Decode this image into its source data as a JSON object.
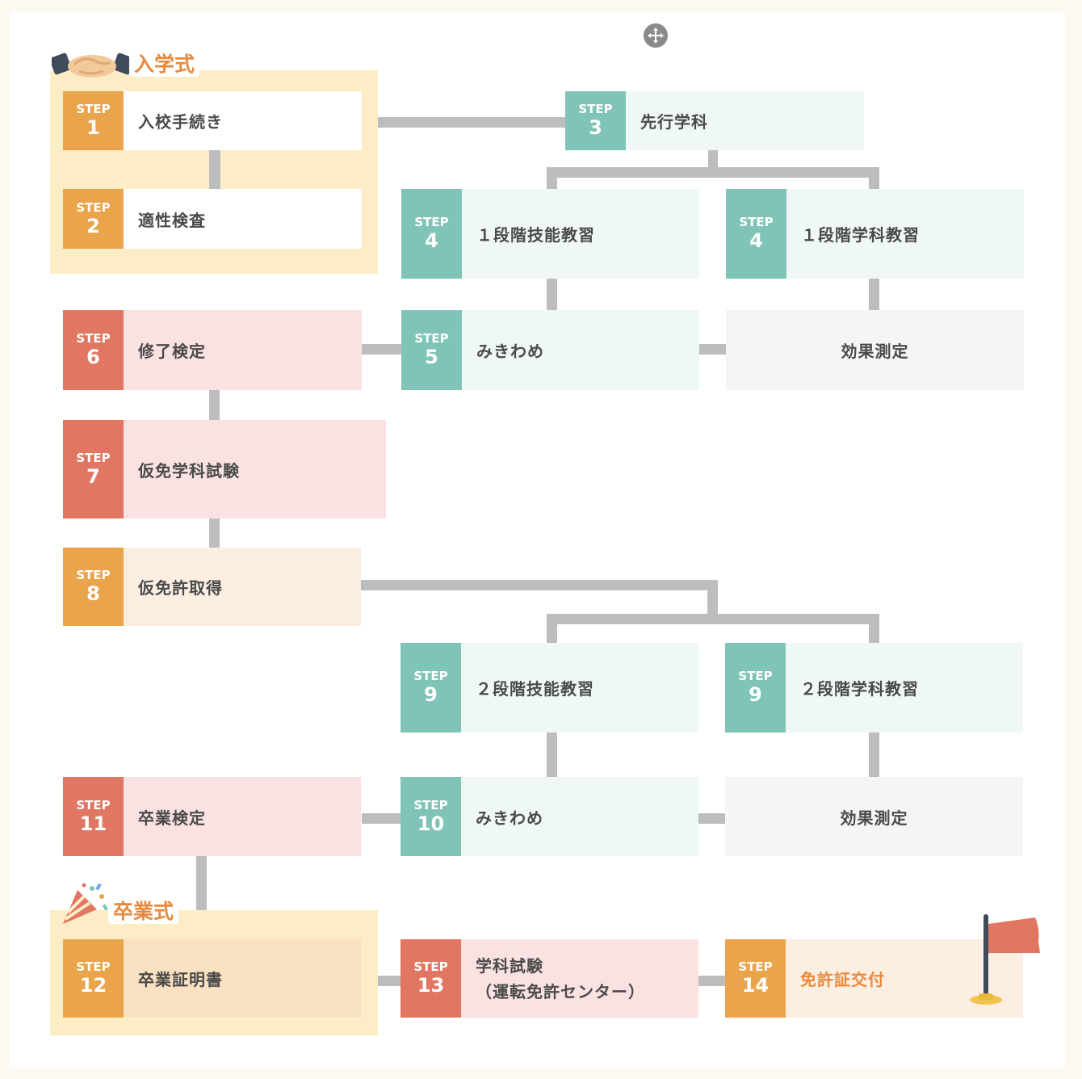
{
  "page": {
    "move_handle_icon": "move-cross-icon"
  },
  "sections": {
    "entrance": {
      "title": "入学式",
      "icon": "handshake-icon"
    },
    "graduation": {
      "title": "卒業式",
      "icon": "party-popper-icon"
    }
  },
  "steps": {
    "s1": {
      "step": "STEP",
      "num": "1",
      "label": "入校手続き"
    },
    "s2": {
      "step": "STEP",
      "num": "2",
      "label": "適性検査"
    },
    "s3": {
      "step": "STEP",
      "num": "3",
      "label": "先行学科"
    },
    "s4a": {
      "step": "STEP",
      "num": "4",
      "label": "１段階技能教習"
    },
    "s4b": {
      "step": "STEP",
      "num": "4",
      "label": "１段階学科教習"
    },
    "s5": {
      "step": "STEP",
      "num": "5",
      "label": "みきわめ"
    },
    "s6": {
      "step": "STEP",
      "num": "6",
      "label": "修了検定"
    },
    "s7": {
      "step": "STEP",
      "num": "7",
      "label": "仮免学科試験"
    },
    "s8": {
      "step": "STEP",
      "num": "8",
      "label": "仮免許取得"
    },
    "s9a": {
      "step": "STEP",
      "num": "9",
      "label": "２段階技能教習"
    },
    "s9b": {
      "step": "STEP",
      "num": "9",
      "label": "２段階学科教習"
    },
    "s10": {
      "step": "STEP",
      "num": "10",
      "label": "みきわめ"
    },
    "s11": {
      "step": "STEP",
      "num": "11",
      "label": "卒業検定"
    },
    "s12": {
      "step": "STEP",
      "num": "12",
      "label": "卒業証明書"
    },
    "s13": {
      "step": "STEP",
      "num": "13",
      "label_line1": "学科試験",
      "label_line2": "（運転免許センター）"
    },
    "s14": {
      "step": "STEP",
      "num": "14",
      "label": "免許証交付",
      "icon": "goal-flag-icon"
    }
  },
  "effects": {
    "e1": "効果測定",
    "e2": "効果測定"
  },
  "colors": {
    "orange": "#e9a44c",
    "teal": "#80c4b8",
    "red": "#e17763",
    "connector": "#bdbdbd",
    "highlight_text": "#e9893c"
  }
}
